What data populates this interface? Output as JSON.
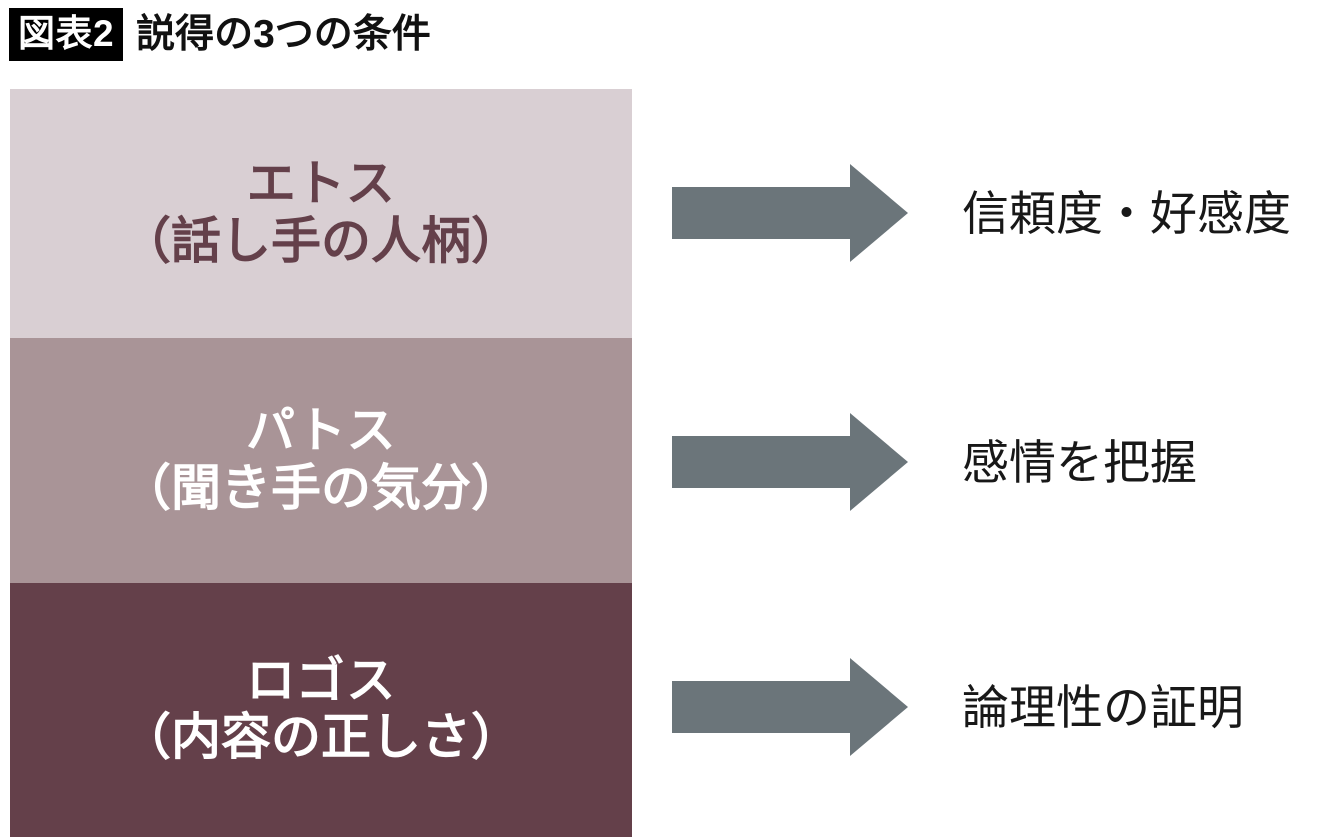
{
  "header": {
    "badge_label": "図表2",
    "title": "説得の3つの条件"
  },
  "colors": {
    "badge_background": "#000000",
    "badge_text": "#ffffff",
    "title_text": "#111111",
    "band_ethos_background": "#d9cfd3",
    "band_ethos_text": "#64404a",
    "band_pathos_background": "#a99497",
    "band_pathos_text": "#ffffff",
    "band_logos_background": "#64404a",
    "band_logos_text": "#ffffff",
    "arrow": "#6b757a",
    "outcome_text": "#181818",
    "page_background": "#ffffff"
  },
  "diagram_data": {
    "type": "diagram",
    "title": "説得の3つの条件",
    "layout": "three stacked bands on the left, each with a right-pointing block arrow to an outcome label",
    "rows": [
      {
        "id": "ethos",
        "term": "エトス",
        "description": "（話し手の人柄）",
        "arrow": "right-arrow",
        "outcome": "信頼度・好感度",
        "band_background": "#d9cfd3",
        "band_text_color": "#64404a"
      },
      {
        "id": "pathos",
        "term": "パトス",
        "description": "（聞き手の気分）",
        "arrow": "right-arrow",
        "outcome": "感情を把握",
        "band_background": "#a99497",
        "band_text_color": "#ffffff"
      },
      {
        "id": "logos",
        "term": "ロゴス",
        "description": "（内容の正しさ）",
        "arrow": "right-arrow",
        "outcome": "論理性の証明",
        "band_background": "#64404a",
        "band_text_color": "#ffffff"
      }
    ]
  }
}
